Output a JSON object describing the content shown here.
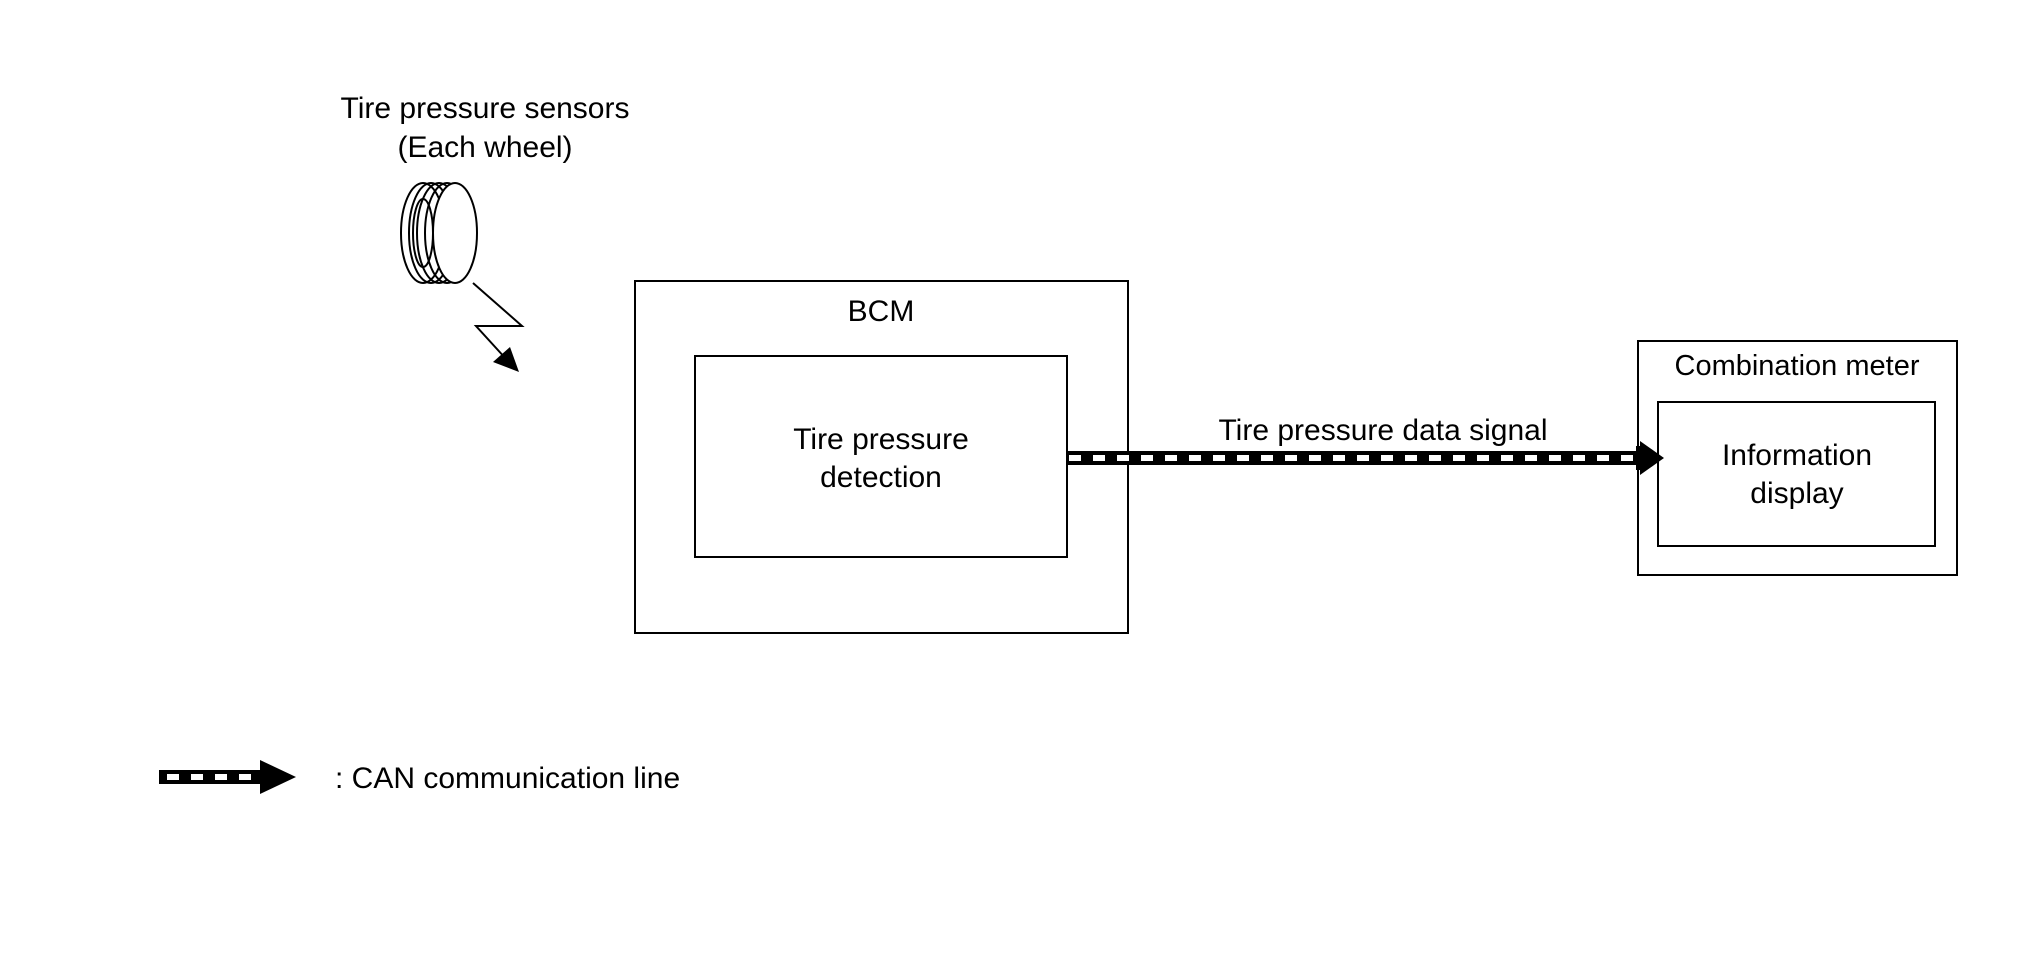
{
  "sensor": {
    "label_line1": "Tire pressure sensors",
    "label_line2": "(Each wheel)",
    "icon": "tire-icon"
  },
  "bcm": {
    "title": "BCM",
    "inner_line1": "Tire pressure",
    "inner_line2": "detection"
  },
  "signal": {
    "label": "Tire pressure data signal"
  },
  "combination_meter": {
    "title": "Combination meter",
    "inner_line1": "Information",
    "inner_line2": "display"
  },
  "legend": {
    "label": ": CAN communication line",
    "symbol": "can-line-arrow"
  },
  "colors": {
    "line": "#000000",
    "background": "#ffffff"
  }
}
